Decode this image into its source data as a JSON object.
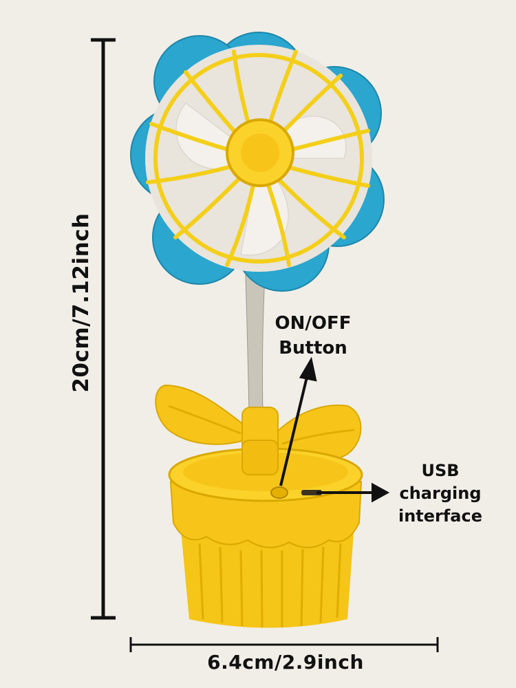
{
  "product": {
    "description_icon": "flower-fan-icon",
    "colors": {
      "background": "#f1eee8",
      "petal_blue": "#2aa6cf",
      "grille_yellow": "#f4cf1a",
      "pot_yellow": "#f7c51a",
      "stem_gray": "#c9c6b9",
      "dimension_line": "#111111"
    }
  },
  "dimensions": {
    "height_label": "20cm/7.12inch",
    "width_label": "6.4cm/2.9inch"
  },
  "callouts": {
    "onoff_line1": "ON/OFF",
    "onoff_line2": "Button",
    "usb_line1": "USB",
    "usb_line2": "charging",
    "usb_line3": "interface"
  }
}
